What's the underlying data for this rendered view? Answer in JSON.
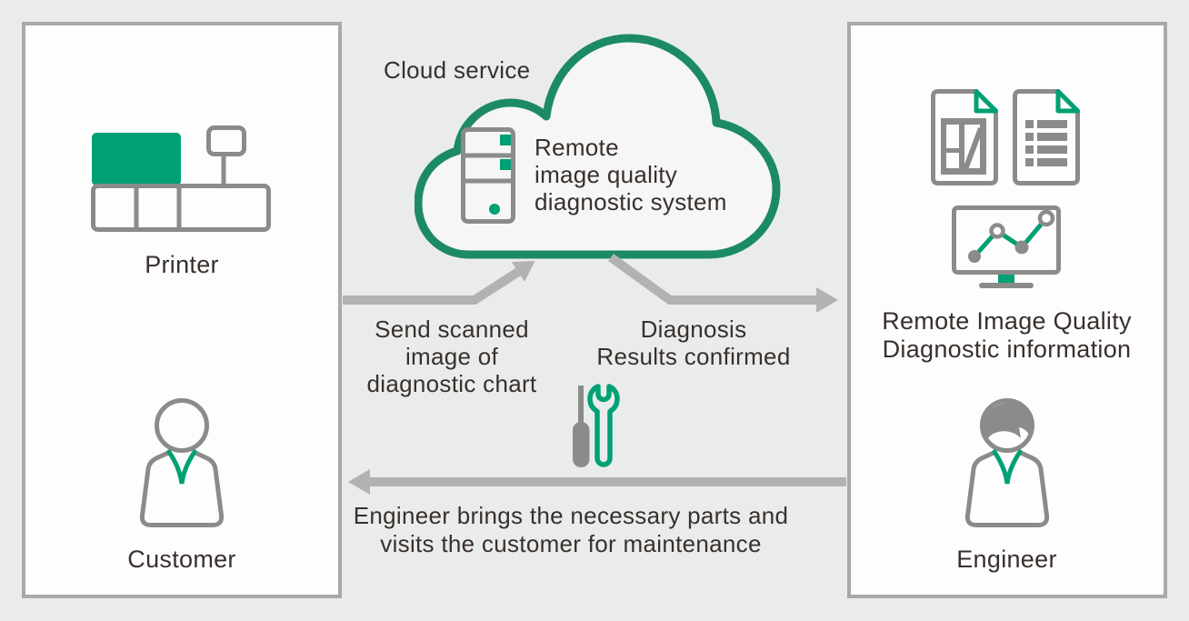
{
  "colors": {
    "green": "#00A075",
    "cloud_green": "#1D8A66",
    "icon_gray": "#8B8B89",
    "arrow_gray": "#B2B2B0",
    "text": "#38302D",
    "background": "#EAECEB",
    "panel_background": "#FDFDFD",
    "panel_border": "#A9A9A9"
  },
  "cloud": {
    "label": "Cloud service",
    "system_name_lines": [
      "Remote",
      "image quality",
      "diagnostic system"
    ],
    "icon": "server-icon"
  },
  "customer_panel": {
    "printer_label": "Printer",
    "customer_label": "Customer",
    "icons": [
      "printer-icon",
      "customer-person-icon"
    ]
  },
  "engineer_panel": {
    "info_lines": [
      "Remote Image Quality",
      "Diagnostic information"
    ],
    "engineer_label": "Engineer",
    "icons": [
      "diagnostic-chart-document-icon",
      "report-document-icon",
      "chart-monitor-icon",
      "engineer-person-icon"
    ]
  },
  "flows": {
    "send": {
      "lines": [
        "Send scanned",
        "image of",
        "diagnostic chart"
      ],
      "direction": "customer-to-cloud"
    },
    "diagnosis": {
      "lines": [
        "Diagnosis",
        "Results confirmed"
      ],
      "direction": "cloud-to-engineer"
    },
    "visit": {
      "lines": [
        "Engineer brings the necessary parts and",
        "visits the customer for maintenance"
      ],
      "direction": "engineer-to-customer",
      "icon": "maintenance-tools-icon"
    }
  }
}
